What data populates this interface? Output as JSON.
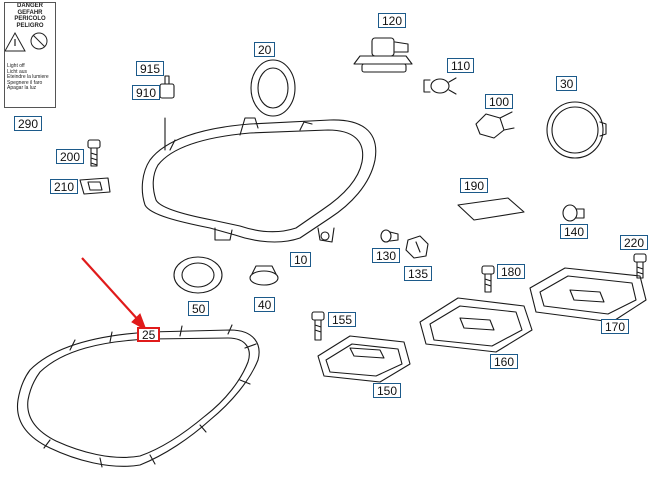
{
  "warning_label": {
    "lines": [
      "DANGER",
      "GEFAHR",
      "PERICOLO",
      "PELIGRO"
    ],
    "subtext": [
      "Light off",
      "Licht aus",
      "Eteindre la lumiere",
      "Spegnere il faro",
      "Apagar la luz"
    ]
  },
  "selected_part": "25",
  "parts": [
    {
      "id": "p290",
      "number": "290"
    },
    {
      "id": "p915",
      "number": "915"
    },
    {
      "id": "p910",
      "number": "910"
    },
    {
      "id": "p20",
      "number": "20"
    },
    {
      "id": "p120",
      "number": "120"
    },
    {
      "id": "p110",
      "number": "110"
    },
    {
      "id": "p30",
      "number": "30"
    },
    {
      "id": "p100",
      "number": "100"
    },
    {
      "id": "p200",
      "number": "200"
    },
    {
      "id": "p210",
      "number": "210"
    },
    {
      "id": "p190",
      "number": "190"
    },
    {
      "id": "p140",
      "number": "140"
    },
    {
      "id": "p220",
      "number": "220"
    },
    {
      "id": "p130",
      "number": "130"
    },
    {
      "id": "p135",
      "number": "135"
    },
    {
      "id": "p10",
      "number": "10"
    },
    {
      "id": "p180",
      "number": "180"
    },
    {
      "id": "p50",
      "number": "50"
    },
    {
      "id": "p40",
      "number": "40"
    },
    {
      "id": "p155",
      "number": "155"
    },
    {
      "id": "p25",
      "number": "25"
    },
    {
      "id": "p170",
      "number": "170"
    },
    {
      "id": "p160",
      "number": "160"
    },
    {
      "id": "p150",
      "number": "150"
    }
  ],
  "colors": {
    "line": "#1a1a1a",
    "label_border": "#1c5a8a",
    "highlight": "#e01b1b"
  }
}
